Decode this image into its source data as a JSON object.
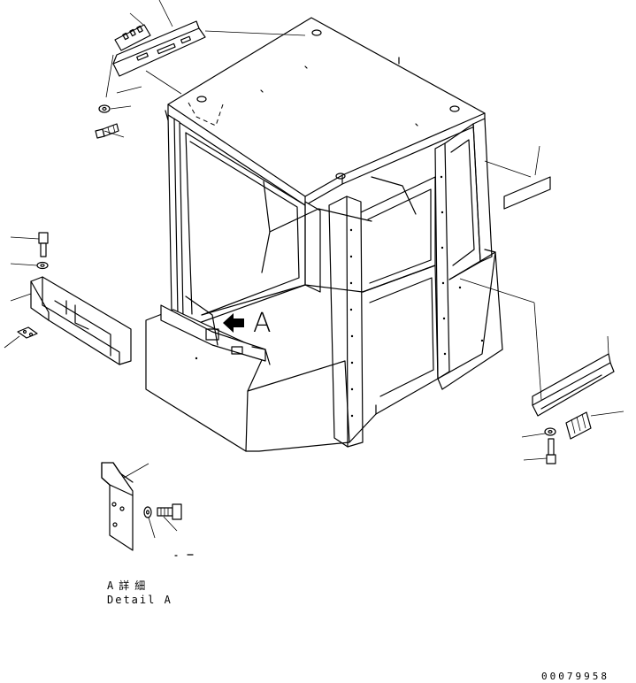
{
  "view_label": "A",
  "detail": {
    "title_jp": "A詳細",
    "title_en": "Detail A"
  },
  "drawing_number": "00079958"
}
